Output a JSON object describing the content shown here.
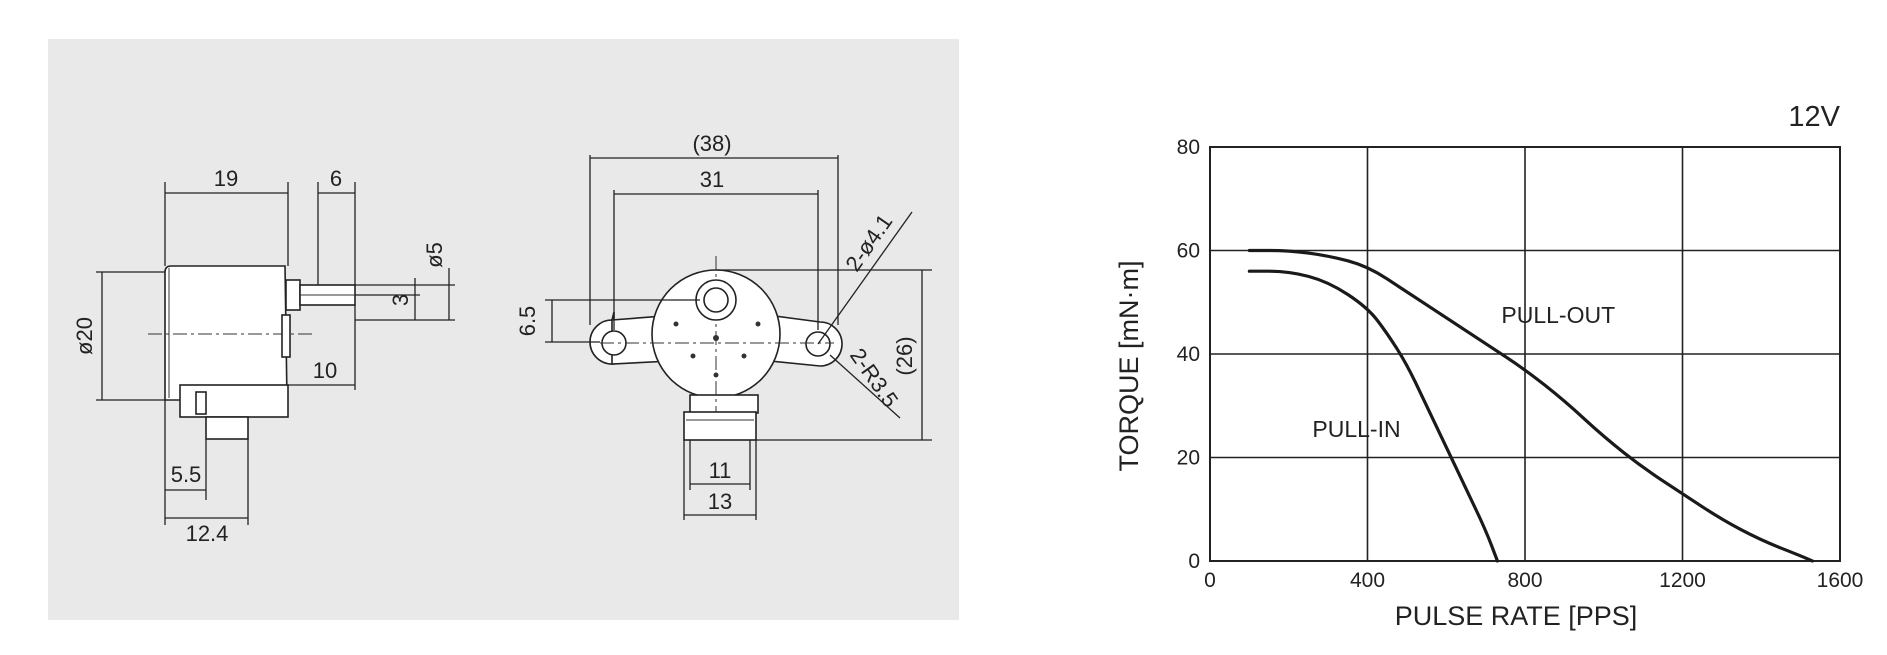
{
  "drawing": {
    "side_view": {
      "dim_length": "19",
      "dim_shaft_protrusion": "6",
      "dim_shaft_dia": "ø5",
      "dim_flat": "3",
      "dim_body_dia": "ø20",
      "dim_shaft_length": "10",
      "dim_connector_offset": "5.5",
      "dim_connector_length": "12.4"
    },
    "front_view": {
      "dim_overall_width": "(38)",
      "dim_mount_pitch": "31",
      "dim_hole": "2-ø4.1",
      "dim_flange_height": "6.5",
      "dim_radius": "2-R3.5",
      "dim_overall_height": "(26)",
      "dim_connector_inner": "11",
      "dim_connector_outer": "13"
    }
  },
  "chart_data": {
    "type": "line",
    "title": "12V",
    "xlabel": "PULSE RATE [PPS]",
    "ylabel": "TORQUE [mN·m]",
    "xlim": [
      0,
      1600
    ],
    "ylim": [
      0,
      80
    ],
    "xticks": [
      "0",
      "400",
      "800",
      "1200",
      "1600"
    ],
    "yticks": [
      "0",
      "20",
      "40",
      "60",
      "80"
    ],
    "grid": true,
    "series": [
      {
        "name": "PULL-OUT",
        "x": [
          100,
          200,
          300,
          400,
          500,
          600,
          700,
          800,
          900,
          1000,
          1100,
          1200,
          1300,
          1400,
          1500,
          1530
        ],
        "y": [
          60,
          60,
          59,
          57,
          52,
          47,
          42,
          37,
          31,
          24,
          18,
          13,
          8,
          4,
          1,
          0
        ]
      },
      {
        "name": "PULL-IN",
        "x": [
          100,
          200,
          300,
          400,
          450,
          500,
          550,
          600,
          650,
          700,
          730
        ],
        "y": [
          56,
          56,
          54,
          49,
          44,
          38,
          30,
          22,
          14,
          6,
          0
        ]
      }
    ],
    "annotations": [
      {
        "text": "PULL-OUT",
        "x": 740,
        "y": 46
      },
      {
        "text": "PULL-IN",
        "x": 260,
        "y": 24
      }
    ]
  }
}
